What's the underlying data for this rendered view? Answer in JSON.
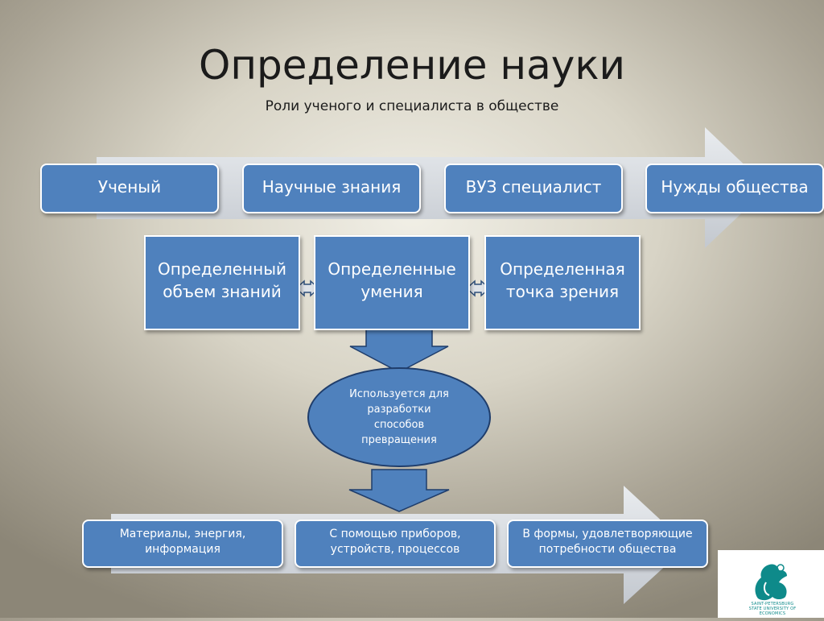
{
  "slide": {
    "title": "Определение науки",
    "subtitle": "Роли ученого и специалиста в обществе"
  },
  "top_row": [
    "Ученый",
    "Научные знания",
    "ВУЗ специалист",
    "Нужды общества"
  ],
  "middle_row": [
    "Определенный объем знаний",
    "Определенные умения",
    "Определенная точка зрения"
  ],
  "ellipse_text": "Используется для разработки способов превращения",
  "bottom_row": [
    "Материалы, энергия, информация",
    "С помощью приборов, устройств, процессов",
    "В формы, удовлетворяющие потребности общества"
  ],
  "logo": {
    "text": "SAINT-PETERSBURG STATE UNIVERSITY OF ECONOMICS"
  },
  "colors": {
    "box_fill": "#4f81bd",
    "box_border": "#ffffff",
    "arrow_fill": "#d4d8de",
    "logo_teal": "#0e8a8a"
  }
}
